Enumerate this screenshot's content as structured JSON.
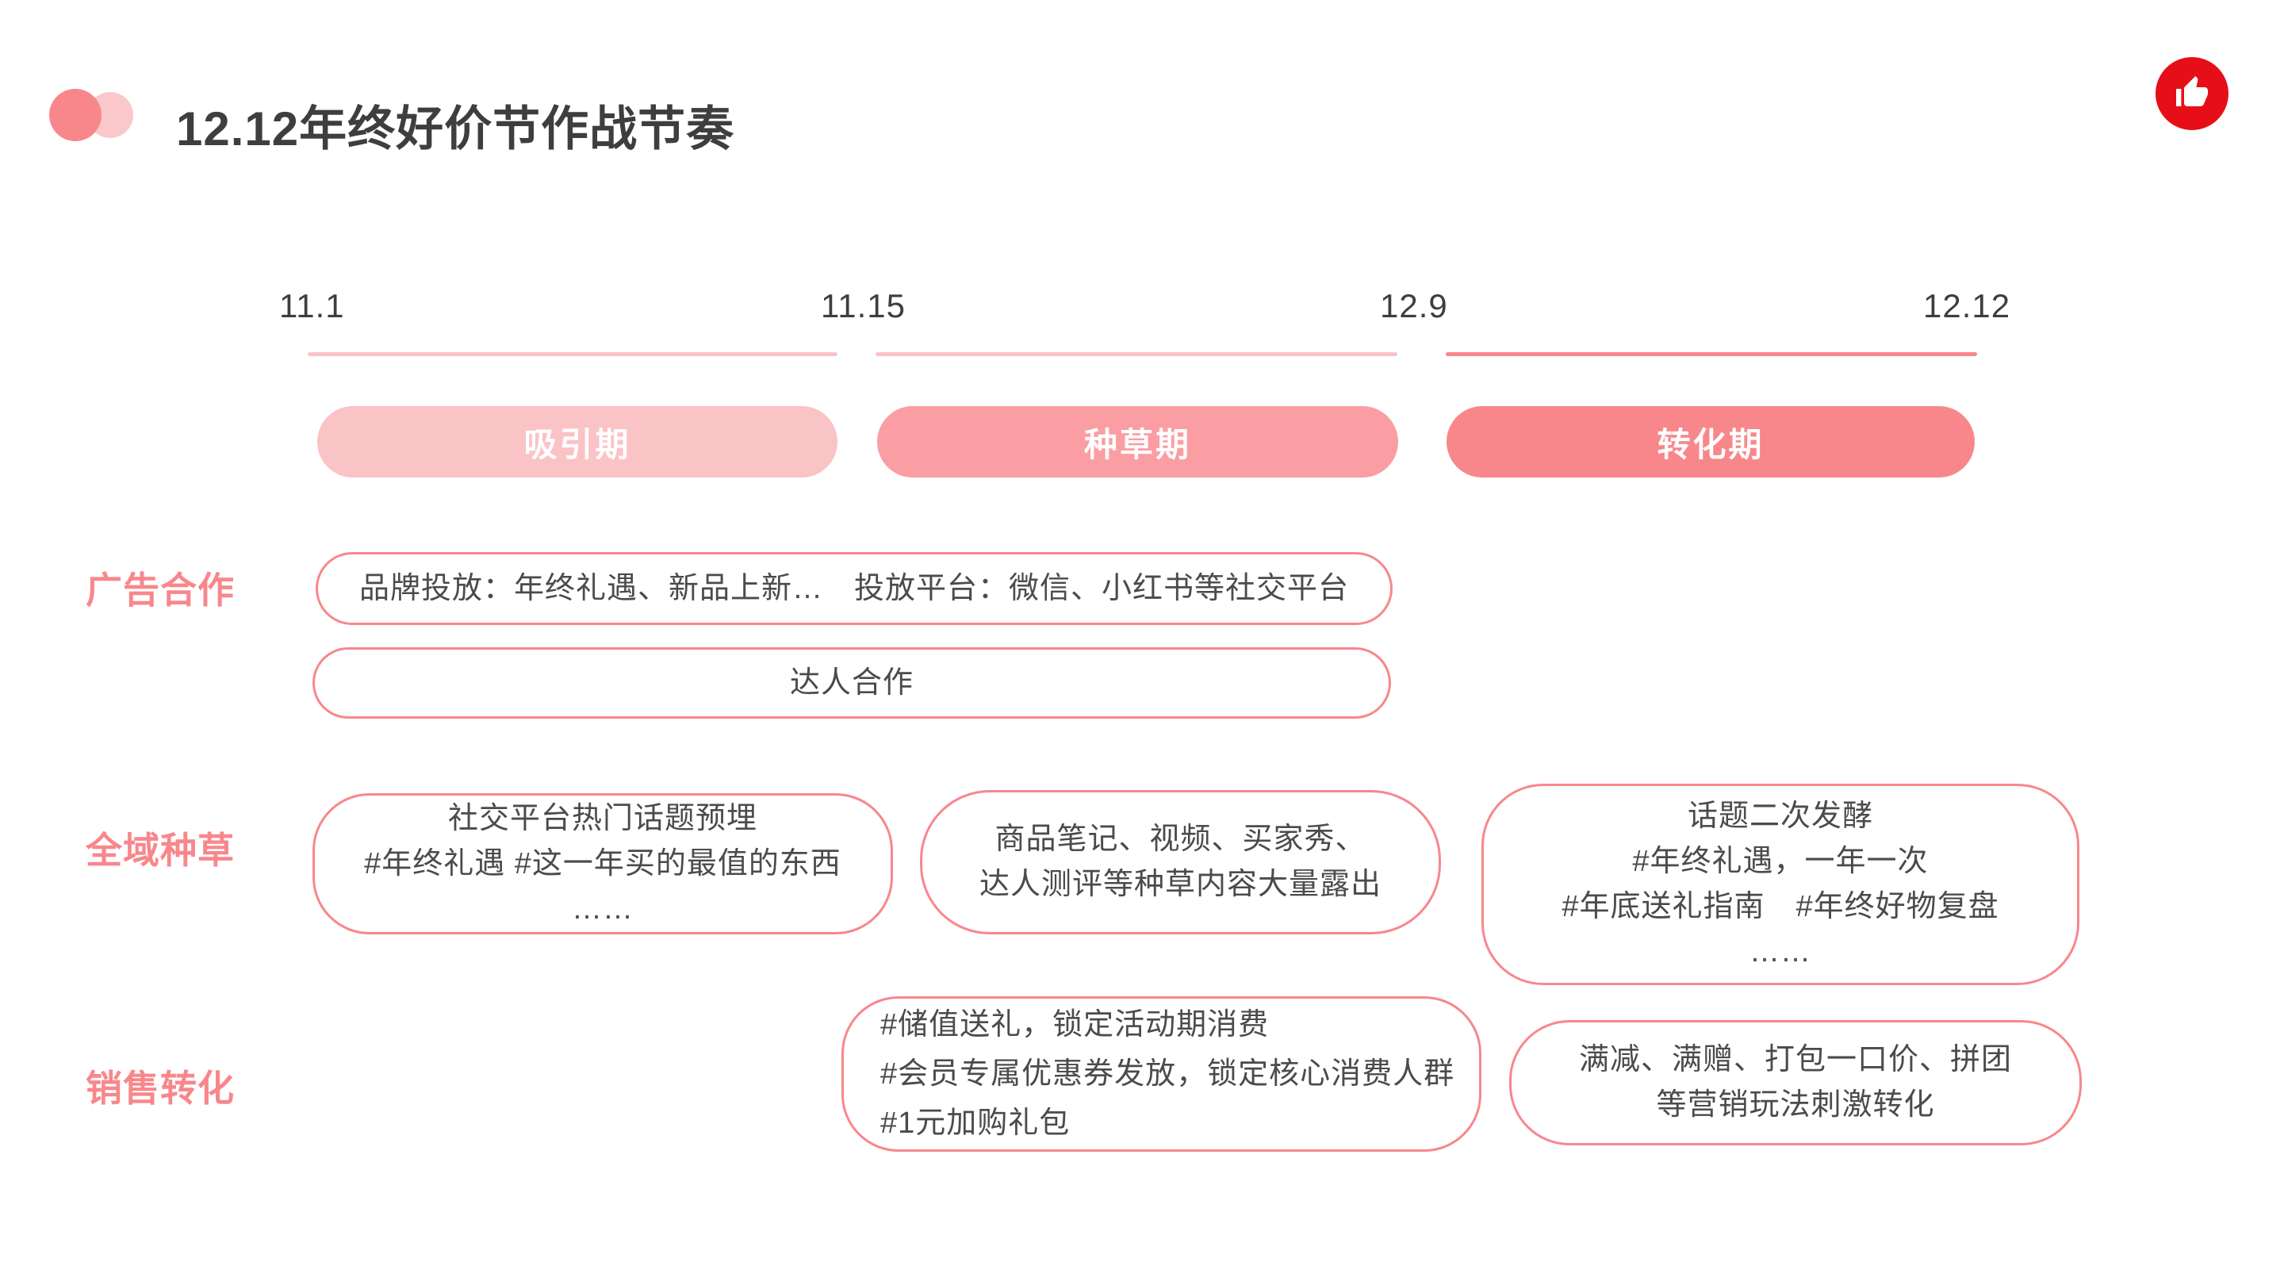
{
  "colors": {
    "accent": "#F8878C",
    "pink-mid": "#FA9EA3",
    "pink-light": "#FAC3C6",
    "pink-pale": "#FAC8CB",
    "text-dark": "#3E3E3E",
    "text-body": "#4B4B4B",
    "like-red": "#E60F18"
  },
  "header": {
    "title": "12.12年终好价节作战节奏",
    "like_icon": "thumbs-up"
  },
  "timeline": {
    "dates": [
      "11.1",
      "11.15",
      "12.9",
      "12.12"
    ],
    "phases": [
      {
        "label": "吸引期",
        "color": "#FAC3C6"
      },
      {
        "label": "种草期",
        "color": "#FA9EA3"
      },
      {
        "label": "转化期",
        "color": "#F8878C"
      }
    ]
  },
  "rows": [
    {
      "label": "广告合作",
      "boxes": [
        {
          "lines": [
            "品牌投放：年终礼遇、新品上新…　投放平台：微信、小红书等社交平台"
          ]
        },
        {
          "lines": [
            "达人合作"
          ]
        }
      ]
    },
    {
      "label": "全域种草",
      "boxes": [
        {
          "lines": [
            "社交平台热门话题预埋",
            "#年终礼遇 #这一年买的最值的东西",
            "……"
          ]
        },
        {
          "lines": [
            "商品笔记、视频、买家秀、",
            "达人测评等种草内容大量露出"
          ]
        },
        {
          "lines": [
            "话题二次发酵",
            "#年终礼遇，一年一次",
            "#年底送礼指南　#年终好物复盘",
            "……"
          ]
        }
      ]
    },
    {
      "label": "销售转化",
      "boxes": [
        {
          "lines": [
            "#储值送礼，锁定活动期消费",
            "#会员专属优惠券发放，锁定核心消费人群",
            "#1元加购礼包"
          ]
        },
        {
          "lines": [
            "满减、满赠、打包一口价、拼团",
            "等营销玩法刺激转化"
          ]
        }
      ]
    }
  ]
}
